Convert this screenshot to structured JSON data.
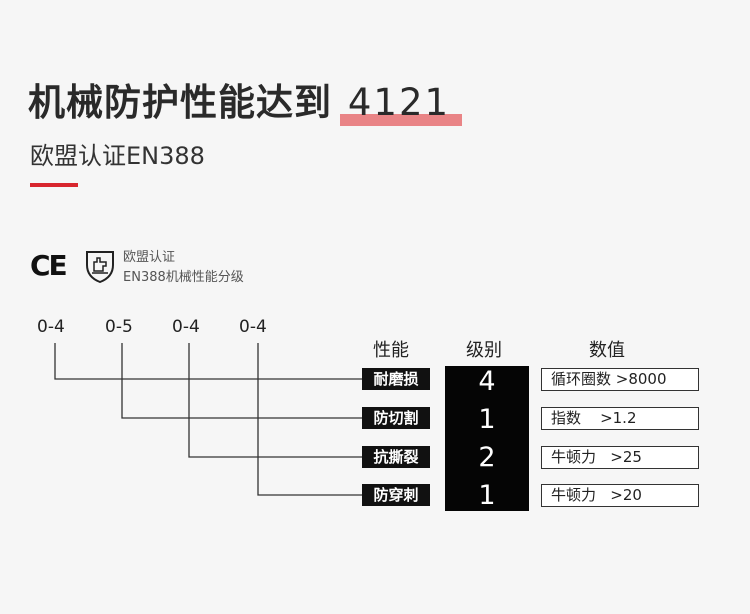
{
  "header": {
    "title_main": "机械防护性能达到",
    "title_number": "4121",
    "subtitle": "欧盟认证EN388",
    "accent_color": "#d8262e",
    "highlight_color": "#e98486"
  },
  "certification": {
    "ce_mark": "CE",
    "icon": "glove-shield-icon",
    "line1": "欧盟认证",
    "line2": "EN388机械性能分级"
  },
  "ranges": [
    "0-4",
    "0-5",
    "0-4",
    "0-4"
  ],
  "table": {
    "headers": {
      "property": "性能",
      "level": "级别",
      "value": "数值"
    },
    "rows": [
      {
        "property": "耐磨损",
        "level": "4",
        "value": "循环圈数 >8000"
      },
      {
        "property": "防切割",
        "level": "1",
        "value": "指数    >1.2"
      },
      {
        "property": "抗撕裂",
        "level": "2",
        "value": "牛顿力   >25"
      },
      {
        "property": "防穿刺",
        "level": "1",
        "value": "牛顿力   >20"
      }
    ]
  }
}
